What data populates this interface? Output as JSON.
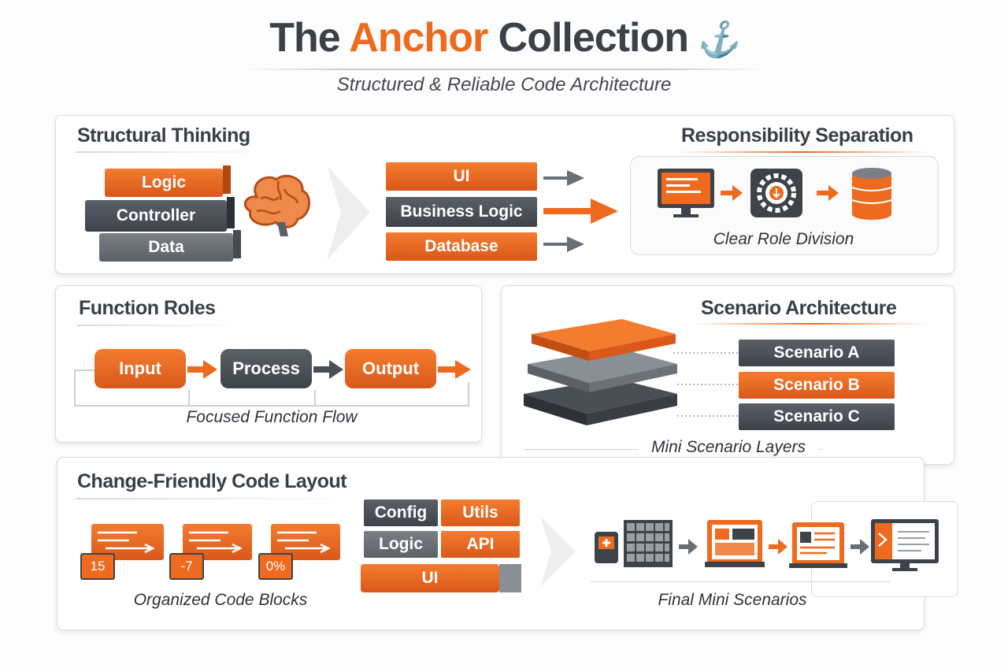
{
  "header": {
    "title_part1": "The",
    "title_accent": "Anchor",
    "title_part2": "Collection",
    "subtitle": "Structured & Reliable Code Architecture"
  },
  "structural": {
    "title": "Structural Thinking",
    "stack": [
      "Logic",
      "Controller",
      "Data"
    ],
    "layers": [
      "UI",
      "Business Logic",
      "Database"
    ]
  },
  "responsibility": {
    "title": "Responsibility Separation",
    "caption": "Clear Role Division"
  },
  "function_roles": {
    "title": "Function Roles",
    "steps": [
      "Input",
      "Process",
      "Output"
    ],
    "caption": "Focused Function Flow"
  },
  "scenario": {
    "title": "Scenario Architecture",
    "items": [
      "Scenario A",
      "Scenario B",
      "Scenario C"
    ],
    "caption": "Mini Scenario Layers"
  },
  "change_friendly": {
    "title": "Change-Friendly Code Layout",
    "blocks": [
      "15",
      "-7",
      "0%"
    ],
    "blocks_caption": "Organized Code Blocks",
    "grid": [
      "Config",
      "Utils",
      "Logic",
      "API",
      "UI"
    ],
    "final_caption": "Final Mini Scenarios"
  },
  "colors": {
    "accent": "#ee6a1e",
    "dark": "#3e434a",
    "gray": "#6a6f76"
  }
}
